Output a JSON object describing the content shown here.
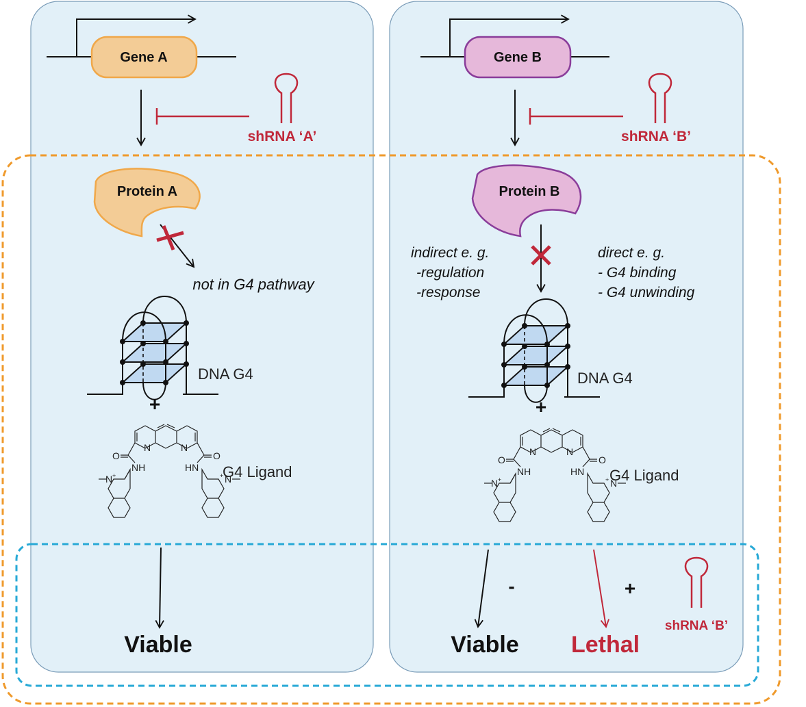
{
  "colors": {
    "panel_fill": "#e2f0f8",
    "panel_stroke": "#7a9cb8",
    "gene_a_fill": "#f3cc96",
    "gene_a_stroke": "#f0a84a",
    "gene_b_fill": "#e6b8da",
    "gene_b_stroke": "#8a3d9a",
    "shrna_red": "#c0283a",
    "orange_dash": "#ef9a2c",
    "blue_dash": "#27a9d6",
    "g4_plane": "#bcd6f0",
    "black": "#111111"
  },
  "left_panel": {
    "gene_label": "Gene A",
    "shrna_label": "shRNA ‘A’",
    "protein_label": "Protein A",
    "pathway_note": "not in G4 pathway",
    "g4_label": "DNA G4",
    "plus": "+",
    "ligand_label": "G4 Ligand",
    "outcome": "Viable"
  },
  "right_panel": {
    "gene_label": "Gene B",
    "shrna_label": "shRNA ‘B’",
    "protein_label": "Protein B",
    "indirect_title": "indirect e. g.",
    "indirect_items": [
      "-regulation",
      "-response"
    ],
    "direct_title": "direct e. g.",
    "direct_items": [
      "- G4 binding",
      "- G4 unwinding"
    ],
    "g4_label": "DNA G4",
    "plus": "+",
    "ligand_label": "G4 Ligand",
    "minus_sign": "-",
    "plus_sign": "+",
    "outcome_viable": "Viable",
    "outcome_lethal": "Lethal",
    "shrna_bottom_label": "shRNA ‘B’"
  },
  "ligand_atoms": {
    "n_ring": "N",
    "oxygen": "O",
    "nh_left": "NH",
    "nh_right": "HN",
    "n_plus": "N",
    "charge": "+"
  }
}
